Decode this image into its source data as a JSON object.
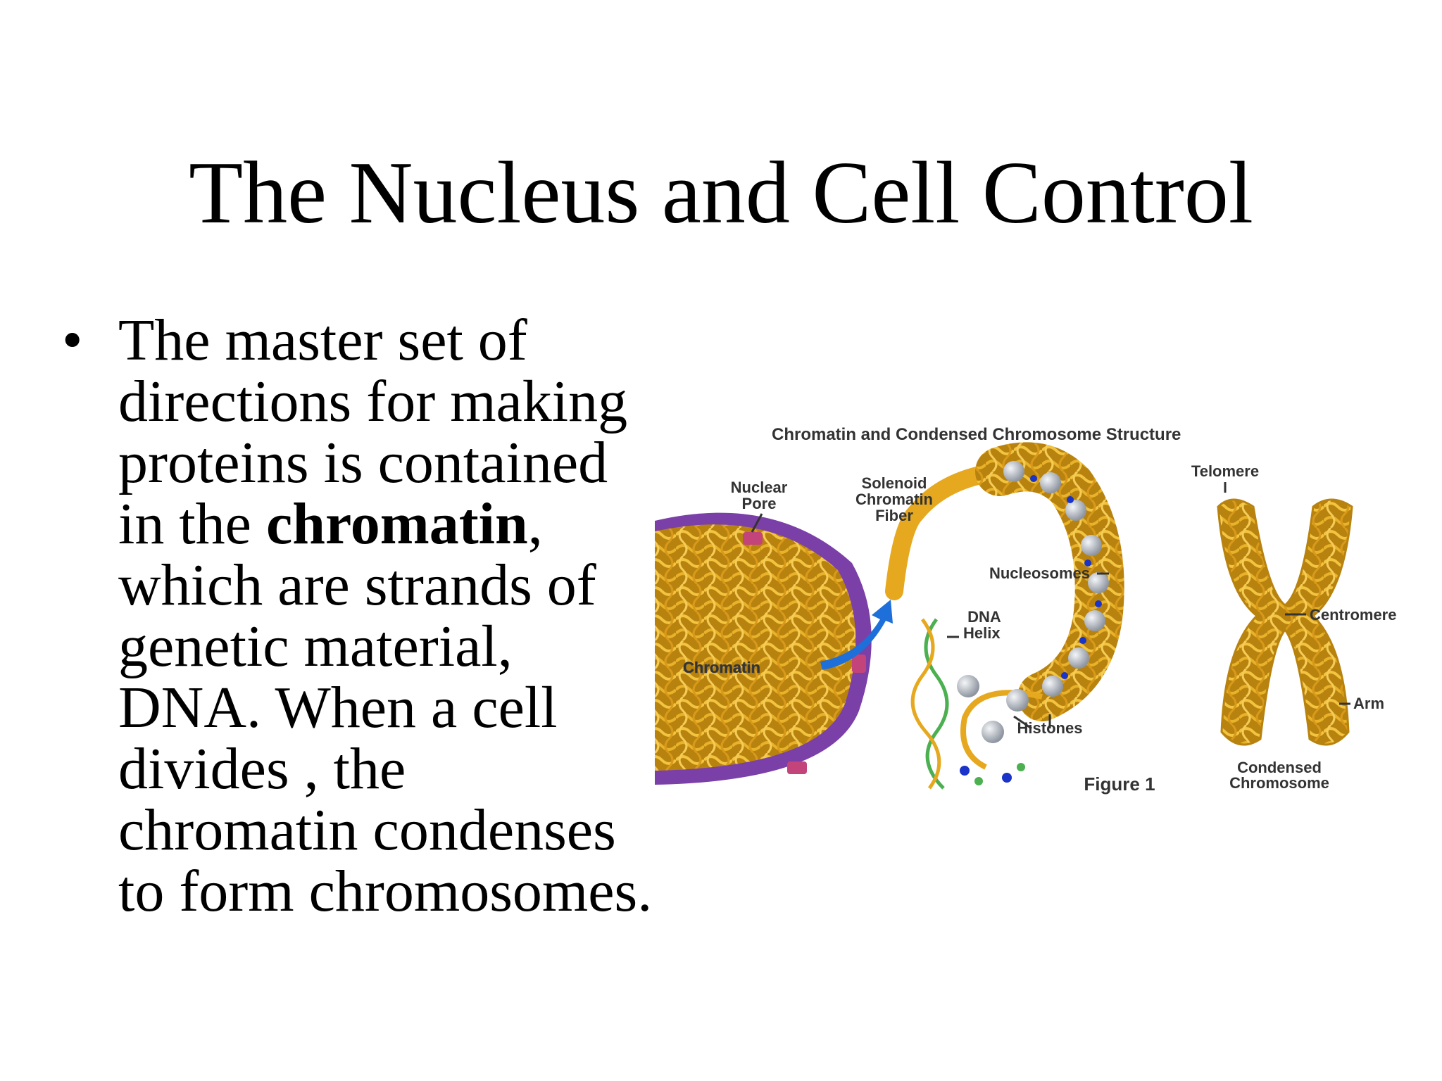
{
  "slide": {
    "title": "The Nucleus and Cell Control",
    "bullet": {
      "text_before": "The master set of directions for making proteins is contained in the ",
      "bold": "chromatin",
      "text_after": ", which are strands of genetic material, DNA. When a cell divides , the chromatin condenses to form chromosomes."
    }
  },
  "figure": {
    "title": "Chromatin and Condensed Chromosome Structure",
    "labels": {
      "nuclear_pore_1": "Nuclear",
      "nuclear_pore_2": "Pore",
      "solenoid_1": "Solenoid",
      "solenoid_2": "Chromatin",
      "solenoid_3": "Fiber",
      "telomere": "Telomere",
      "nucleosomes": "Nucleosomes",
      "centromere": "Centromere",
      "dna_helix_1": "DNA",
      "dna_helix_2": "Helix",
      "chromatin": "Chromatin",
      "histones": "Histones",
      "arm": "Arm",
      "condensed_1": "Condensed",
      "condensed_2": "Chromosome",
      "figure_num": "Figure 1"
    },
    "colors": {
      "chromatin_gold": "#D9A21B",
      "nuclear_envelope": "#7B3FA8",
      "nuclear_pore": "#C2447A",
      "arrow_blue": "#1E6FD9",
      "dna_green": "#4CAF50",
      "histone_grey": "#BFC4CC",
      "histone_blue": "#1A33C8"
    }
  }
}
